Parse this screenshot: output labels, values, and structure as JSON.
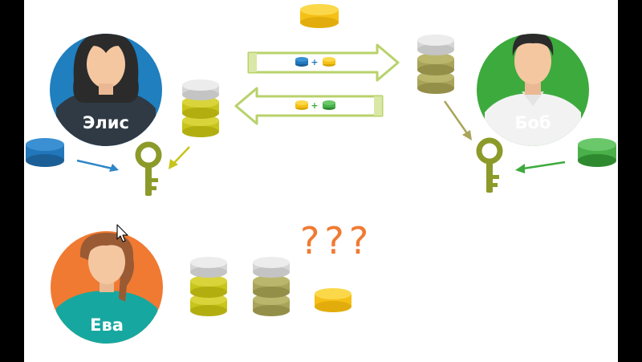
{
  "people": {
    "alice": {
      "name": "Элис",
      "color": "#1f7fbf"
    },
    "bob": {
      "name": "Боб",
      "color": "#3daa3d"
    },
    "eve": {
      "name": "Ева",
      "color": "#f07a32"
    }
  },
  "exchange": {
    "plus_sign": "+"
  },
  "unknown_mark": "???",
  "colors": {
    "gold": "#f5c016",
    "blue": "#2277bb",
    "green": "#4ab04a",
    "yellow_green": "#c8c41a",
    "olive": "#a9a45a",
    "key": "#8c9a2a",
    "stack_top": "#dcdcdc",
    "arrow_frame": "#b8d26a",
    "pointer_arrow": "#2e86c6"
  }
}
